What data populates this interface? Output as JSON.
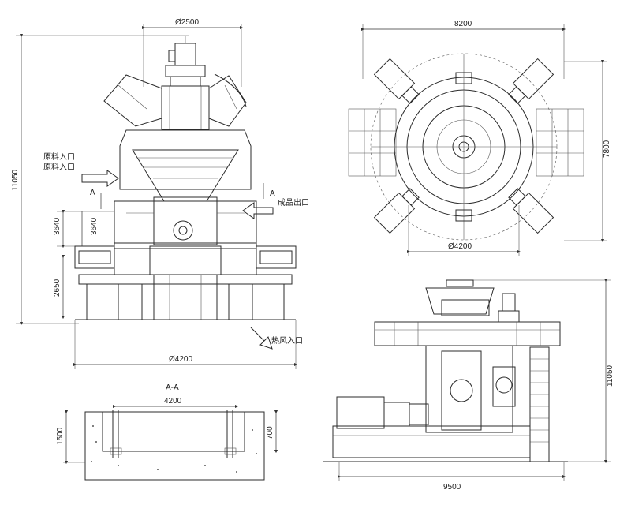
{
  "front_view": {
    "dims": {
      "top_width": "Ø2500",
      "height_total": "11050",
      "dim_3640_a": "3640",
      "dim_3640_b": "3640",
      "dim_2650": "2650",
      "base_width": "Ø4200"
    },
    "labels": {
      "raw_material_inlet_1": "原料入口",
      "raw_material_inlet_2": "原料入口",
      "product_outlet": "成品出口",
      "hot_air_inlet": "热风入口",
      "section_mark_left": "A",
      "section_mark_right": "A"
    }
  },
  "top_view": {
    "dims": {
      "width": "8200",
      "height": "7800",
      "inner_diameter": "Ø4200"
    }
  },
  "section_view": {
    "title": "A-A",
    "dims": {
      "width": "4200",
      "depth_left": "1500",
      "depth_right": "700"
    }
  },
  "side_view": {
    "dims": {
      "height": "11050",
      "width": "9500"
    }
  }
}
